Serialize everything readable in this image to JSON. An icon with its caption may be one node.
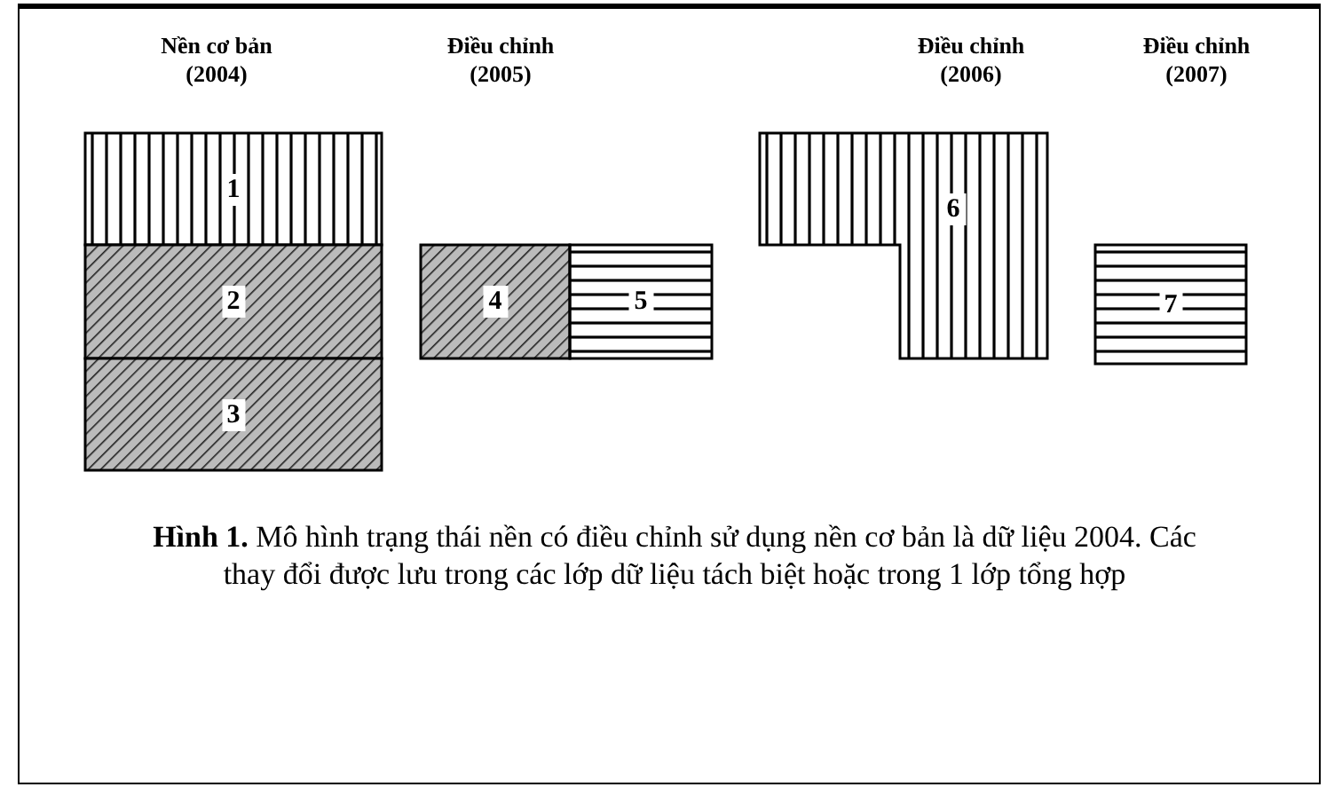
{
  "diagram": {
    "caption": "**Hình 1.** Mô hình trạng thái nền có điều chỉnh sử dụng nền cơ bản là dữ liệu 2004. Các thay đổi được lưu trong các lớp dữ liệu tách biệt hoặc trong 1 lớp tổng hợp",
    "nodes": [
      {
        "text": [
          "1"
        ]
      },
      {
        "text": [
          "2"
        ]
      },
      {
        "text": [
          "3"
        ]
      },
      {
        "text": [
          "4"
        ]
      },
      {
        "text": [
          "5"
        ]
      },
      {
        "text": [
          "6"
        ]
      },
      {
        "text": [
          "7"
        ]
      }
    ],
    "labels": [
      "Nền cơ bản (2004)",
      "Điều chỉnh (2005)",
      "Điều chỉnh (2006)",
      "Điều chỉnh (2007)"
    ]
  }
}
